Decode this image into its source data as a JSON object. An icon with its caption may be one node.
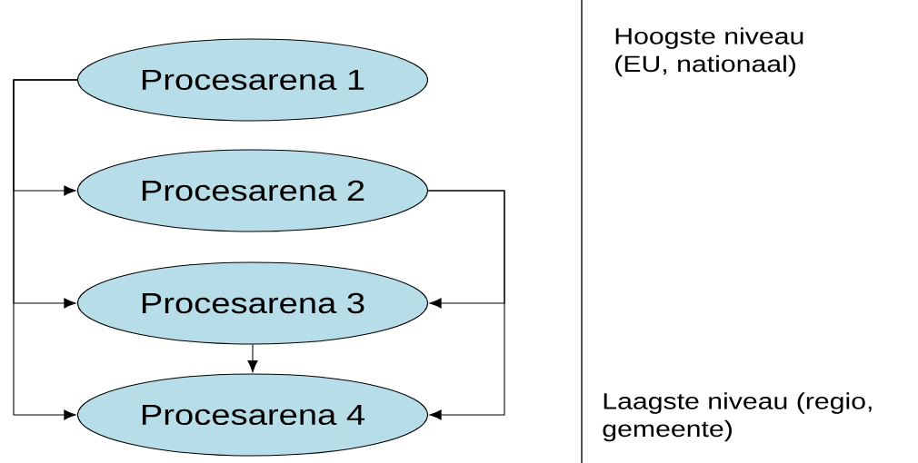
{
  "diagram": {
    "nodes": [
      {
        "text": [
          "Procesarena 1"
        ]
      },
      {
        "text": [
          "Procesarena 2"
        ]
      },
      {
        "text": [
          "Procesarena 3"
        ]
      },
      {
        "text": [
          "Procesarena 4"
        ]
      }
    ],
    "edges": [
      {
        "from": 0,
        "to": 1,
        "arrow": "to"
      },
      {
        "from": 0,
        "to": 2,
        "arrow": "to"
      },
      {
        "from": 0,
        "to": 3,
        "arrow": "to"
      },
      {
        "from": 1,
        "to": 2,
        "arrow": "to"
      },
      {
        "from": 1,
        "to": 3,
        "arrow": "to"
      },
      {
        "from": 2,
        "to": 3,
        "arrow": "to"
      }
    ],
    "labels": [
      "Hoogste niveau (EU, nationaal)",
      "Laagste niveau (regio, gemeente)"
    ]
  }
}
